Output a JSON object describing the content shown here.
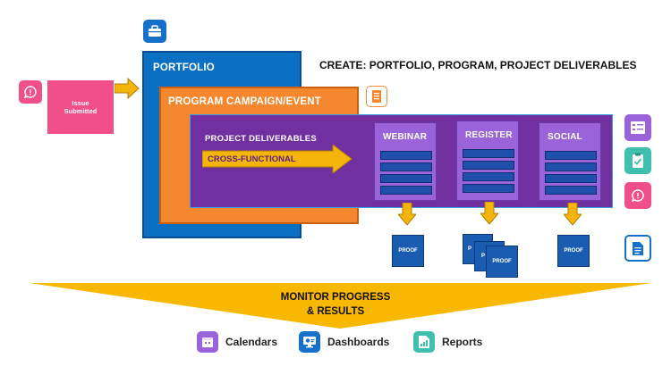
{
  "header": {
    "title": "CREATE: PORTFOLIO, PROGRAM, PROJECT DELIVERABLES"
  },
  "issue": {
    "label_line1": "Issue",
    "label_line2": "Submitted"
  },
  "portfolio": {
    "label": "PORTFOLIO"
  },
  "program": {
    "label": "PROGRAM CAMPAIGN/EVENT"
  },
  "project": {
    "label": "PROJECT DELIVERABLES",
    "arrow_label": "CROSS-FUNCTIONAL"
  },
  "columns": [
    {
      "label": "WEBINAR"
    },
    {
      "label": "REGISTER"
    },
    {
      "label": "SOCIAL"
    }
  ],
  "proof": {
    "label": "PROOF",
    "stack_short": "P",
    "stack_mid": "P"
  },
  "monitor": {
    "line1": "MONITOR PROGRESS",
    "line2": "& RESULTS"
  },
  "bottom_items": [
    {
      "label": "Calendars",
      "icon": "calendar-icon"
    },
    {
      "label": "Dashboards",
      "icon": "dashboard-icon"
    },
    {
      "label": "Reports",
      "icon": "report-icon"
    }
  ],
  "colors": {
    "portfolio_blue": "#0b6fc3",
    "program_orange": "#f5872f",
    "project_purple": "#7030a0",
    "column_purple": "#9b63d9",
    "arrow_gold": "#f5b40a",
    "issue_pink": "#f04f8a",
    "teal": "#3fbfae"
  }
}
